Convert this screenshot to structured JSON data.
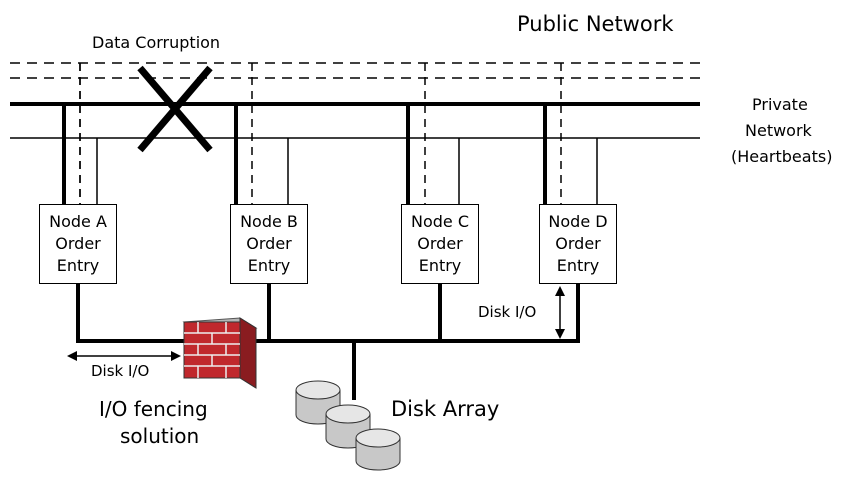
{
  "labels": {
    "public_network": "Public Network",
    "data_corruption": "Data Corruption",
    "private_network": [
      "Private",
      "Network",
      "(Heartbeats)"
    ],
    "disk_io_right": "Disk I/O",
    "disk_io_left": "Disk I/O",
    "fencing": [
      "I/O fencing",
      "solution"
    ],
    "disk_array": "Disk Array"
  },
  "nodes": [
    {
      "name": "Node A",
      "line2": "Order",
      "line3": "Entry"
    },
    {
      "name": "Node B",
      "line2": "Order",
      "line3": "Entry"
    },
    {
      "name": "Node C",
      "line2": "Order",
      "line3": "Entry"
    },
    {
      "name": "Node D",
      "line2": "Order",
      "line3": "Entry"
    }
  ],
  "colors": {
    "brick": "#c0282d",
    "brick_side": "#8a1c20",
    "brick_top": "#b5b5b5",
    "disk": "#c8c8c8",
    "disk_top": "#e6e6e6"
  }
}
